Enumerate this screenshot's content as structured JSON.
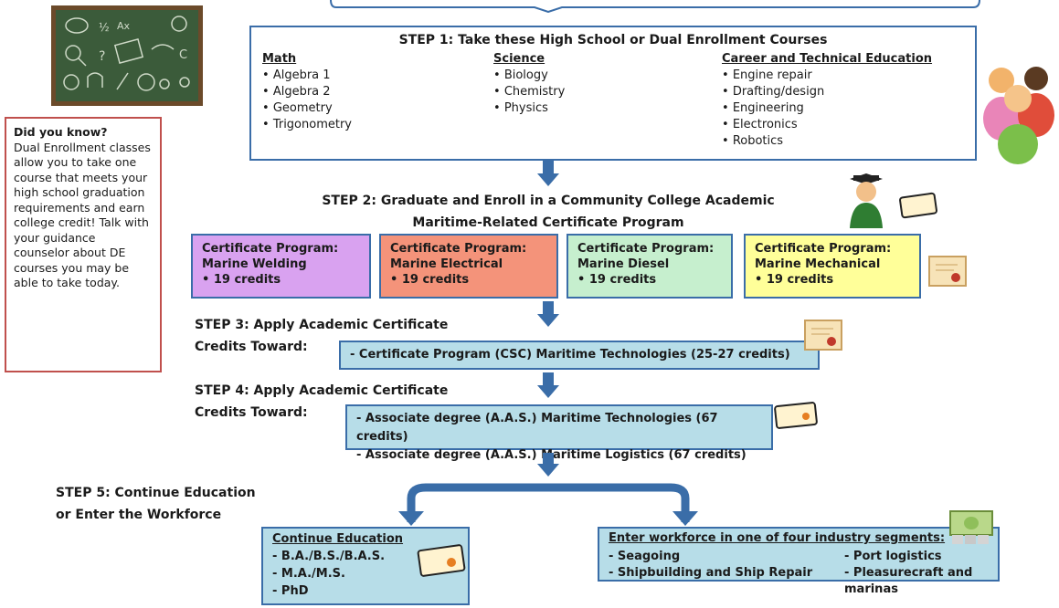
{
  "step1": {
    "title": "STEP 1: Take these High School or Dual Enrollment Courses",
    "columns": [
      {
        "header": "Math",
        "items": [
          "Algebra 1",
          "Algebra 2",
          "Geometry",
          "Trigonometry"
        ]
      },
      {
        "header": "Science",
        "items": [
          "Biology",
          "Chemistry",
          "Physics"
        ]
      },
      {
        "header": "Career and Technical Education",
        "items": [
          "Engine repair",
          "Drafting/design",
          "Engineering",
          "Electronics",
          "Robotics"
        ]
      }
    ]
  },
  "note": {
    "title": "Did you know?",
    "body": "Dual Enrollment classes allow you to take one course that meets your high school graduation requirements and earn college credit! Talk with your guidance counselor about DE courses you may be able to take today."
  },
  "step2": {
    "line1": "STEP 2:  Graduate and Enroll in a Community College Academic",
    "line2": "Maritime-Related Certificate Program"
  },
  "certs": [
    {
      "label": "Certificate Program:",
      "name": "Marine Welding",
      "credits": "19 credits",
      "color": "#d9a2f0"
    },
    {
      "label": "Certificate Program:",
      "name": "Marine Electrical",
      "credits": "19 credits",
      "color": "#f4937a"
    },
    {
      "label": "Certificate Program:",
      "name": "Marine Diesel",
      "credits": "19 credits",
      "color": "#c6efce"
    },
    {
      "label": "Certificate Program:",
      "name": "Marine Mechanical",
      "credits": "19 credits",
      "color": "#ffff99"
    }
  ],
  "step3": {
    "line1": "STEP 3: Apply Academic Certificate",
    "line2": "Credits Toward:",
    "box": "- Certificate Program (CSC) Maritime Technologies (25-27 credits)"
  },
  "step4": {
    "line1": "STEP 4: Apply Academic Certificate",
    "line2": "Credits Toward:",
    "box_line1": "- Associate degree (A.A.S.) Maritime Technologies (67 credits)",
    "box_line2": "- Associate degree (A.A.S.) Maritime Logistics (67 credits)"
  },
  "step5": {
    "line1": "STEP 5: Continue Education",
    "line2": "or Enter the Workforce"
  },
  "continue_edu": {
    "title": "Continue Education",
    "items": [
      "- B.A./B.S./B.A.S.",
      "- M.A./M.S.",
      "- PhD"
    ]
  },
  "workforce": {
    "title": "Enter workforce in one of four industry segments:",
    "items": [
      "- Seagoing",
      "- Port logistics",
      "- Shipbuilding and Ship Repair",
      "- Pleasurecraft and marinas"
    ]
  },
  "colors": {
    "accent": "#3a6da8",
    "light_blue": "#b7dde8",
    "note_border": "#c0504d"
  }
}
